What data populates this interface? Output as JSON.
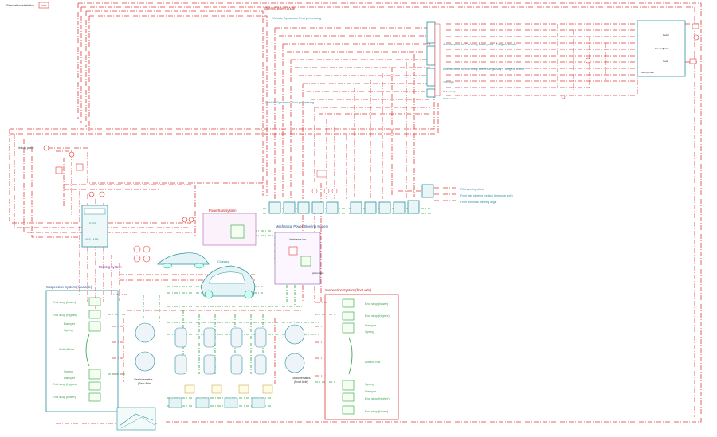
{
  "top_left": {
    "label": "Simulation statistics",
    "button": "STAT"
  },
  "sections": {
    "steering_wheel": "Steering wheel angle",
    "vdpp_top": "Vehicle Dynamics Post processing",
    "vdpp_mid": "Vehicle Dynamics Post processing",
    "powertrain": "Powertrain system",
    "braking": "Braking system",
    "mech_steering": "Mechanical Power Steering System",
    "assistance": "Assistance law",
    "chassis": "Chassis",
    "susp_rear": "Suspension System (rear axle)",
    "susp_front": "Suspension System (front axle)",
    "gk_rear": "Gearkinematics\n(Rear Axle)",
    "gk_front": "Gearkinematics\n(Front Axle)",
    "velocity_profile": "Velocity profile",
    "esp": "ESP",
    "abs": "ABS / ASR",
    "pinion_rack": "pinion/rack"
  },
  "vdpp_labels": [
    "Acceleration of Car body fixed point - Tangent frame",
    "Acceleration of Car body center of gravity - Tangent frame",
    "Yaw angle",
    "Roll velocity",
    "Pitch velocity"
  ],
  "right_outputs": [
    "Pilot steering wheel",
    "Front axle steering (vertical dimension axle)",
    "Front kinematic steering angle"
  ],
  "rear_susp_labels": [
    "End stop (lower)",
    "End stop (higher)",
    "Damper",
    "Spring",
    "Antiroll bar",
    "Spring",
    "Damper",
    "End stop (higher)",
    "End stop (lower)"
  ],
  "front_susp_labels": [
    "End stop (lower)",
    "End stop (higher)",
    "Damper",
    "Spring",
    "Antiroll bar",
    "Spring",
    "Damper",
    "End stop (higher)",
    "End stop (lower)"
  ],
  "driver_block": [
    "Pedal",
    "Steering",
    "Brake",
    "Gear",
    "Velocity profile"
  ],
  "colors": {
    "signal_red": "#e23a3a",
    "mech_green": "#2aa03a",
    "teal": "#2a8fa0",
    "title_red": "#c02020",
    "title_purple": "#8a2aa0"
  }
}
